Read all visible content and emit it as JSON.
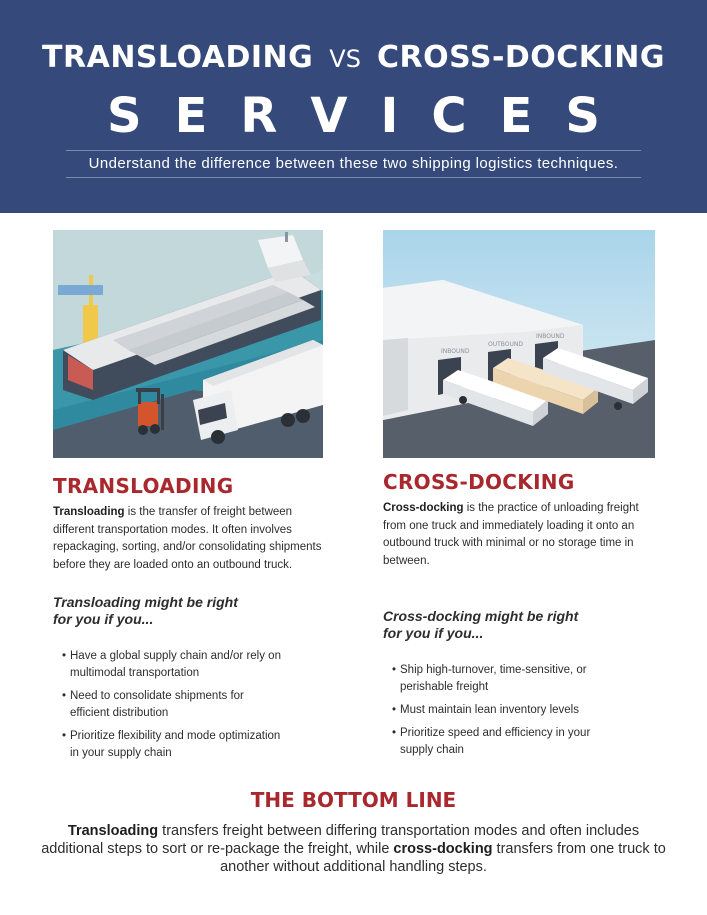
{
  "header": {
    "title_left": "TRANSLOADING",
    "title_vs": "VS",
    "title_right": "CROSS-DOCKING",
    "services": "SERVICES",
    "subtitle": "Understand the difference between these two shipping logistics techniques."
  },
  "colors": {
    "navy": "#354a7a",
    "red": "#a8282d"
  },
  "transloading": {
    "heading": "TRANSLOADING",
    "term": "Transloading",
    "description": " is the transfer of freight between different transportation modes. It often involves repackaging, sorting, and/or consolidating shipments before they are loaded onto an outbound truck.",
    "subheading": "Transloading might be right for you if you...",
    "bullets": [
      "Have a global supply chain and/or rely on multimodal transportation",
      "Need to consolidate shipments for efficient distribution",
      "Prioritize flexibility and mode optimization in your supply chain"
    ]
  },
  "crossdocking": {
    "heading": "CROSS-DOCKING",
    "term": "Cross-docking",
    "description": " is the practice of unloading freight from one truck and immediately loading it onto an outbound truck with minimal or no storage time in between.",
    "subheading": "Cross-docking might be right for you if you...",
    "bullets": [
      "Ship high-turnover, time-sensitive, or perishable freight",
      "Must maintain lean inventory levels",
      "Prioritize speed and efficiency in your supply chain"
    ],
    "dock_labels": [
      "INBOUND",
      "OUTBOUND",
      "INBOUND"
    ]
  },
  "bottom": {
    "heading": "THE BOTTOM LINE",
    "term1": "Transloading",
    "text1": " transfers freight between differing transportation modes and often includes additional steps to sort or re-package the freight, while ",
    "term2": "cross-docking",
    "text2": " transfers from one truck to another without additional handling steps."
  },
  "icons": {
    "left_illustration": "ship-truck-forklift-illustration",
    "right_illustration": "warehouse-trucks-illustration"
  }
}
